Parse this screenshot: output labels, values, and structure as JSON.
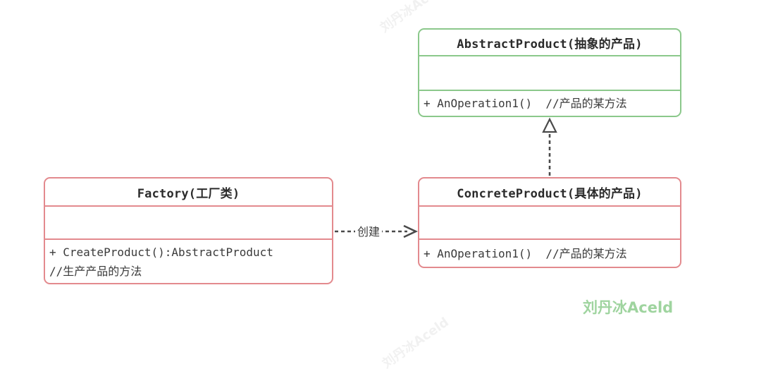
{
  "classes": [
    {
      "name": "AbstractProduct",
      "title": "AbstractProduct(抽象的产品)",
      "attributes_text": "",
      "method_lines": [
        "+ AnOperation1()  //产品的某方法"
      ],
      "border_color": "#8bc88b"
    },
    {
      "name": "Factory",
      "title": "Factory(工厂类)",
      "attributes_text": "",
      "method_lines": [
        "+ CreateProduct():AbstractProduct",
        "//生产产品的方法"
      ],
      "border_color": "#e38a8e"
    },
    {
      "name": "ConcreteProduct",
      "title": "ConcreteProduct(具体的产品)",
      "attributes_text": "",
      "method_lines": [
        "+ AnOperation1()  //产品的某方法"
      ],
      "border_color": "#e38a8e"
    }
  ],
  "relations": [
    {
      "type": "dependency",
      "from": "Factory",
      "to": "ConcreteProduct",
      "label": "创建",
      "line_style": "dashed",
      "arrowhead": "open"
    },
    {
      "type": "realization",
      "from": "ConcreteProduct",
      "to": "AbstractProduct",
      "label": "",
      "line_style": "dashed",
      "arrowhead": "hollow-triangle"
    }
  ],
  "watermark": {
    "text": "刘丹冰Aceld"
  },
  "faint_watermark": {
    "text": "刘丹冰Aceld"
  },
  "colors": {
    "green_border": "#8bc88b",
    "red_border": "#e38a8e",
    "arrow": "#4a4a4a",
    "text": "#3a3a3a",
    "title_text": "#2b2b2b",
    "watermark_green": "#9fd49f",
    "background": "#ffffff"
  }
}
